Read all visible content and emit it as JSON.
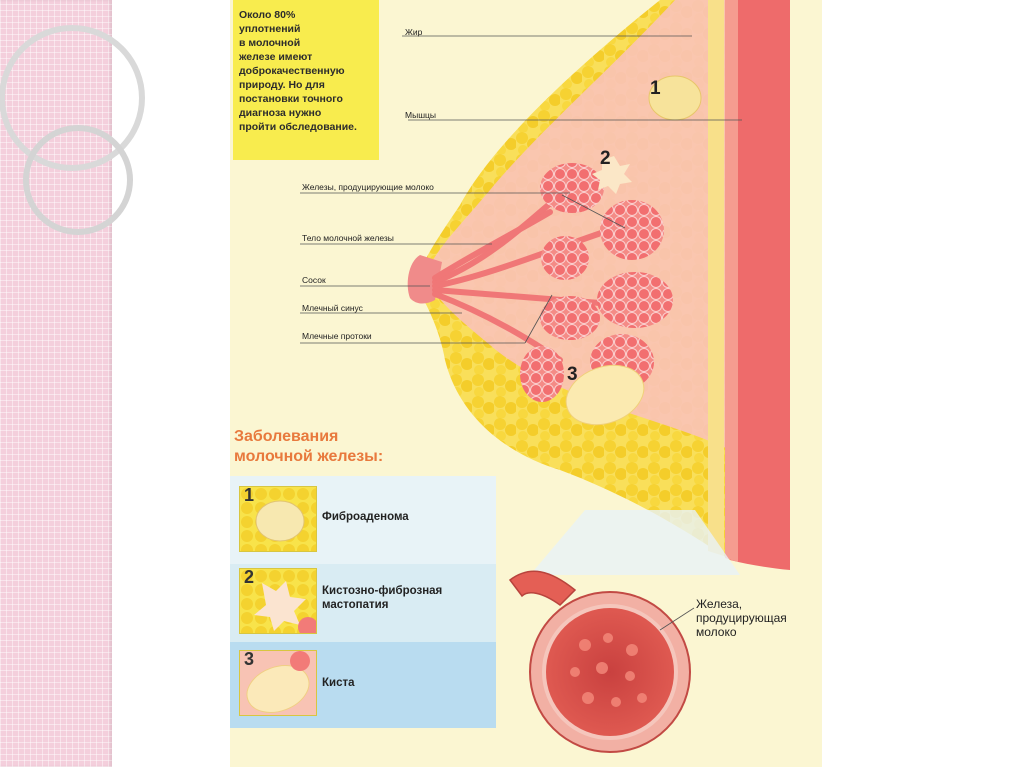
{
  "note": {
    "text": "Около 80%\nуплотнений\nв молочной\nжелезе имеют\nдоброкачественную\nприроду. Но для\nпостановки точного\nдиагноза нужно\nпройти обследование."
  },
  "labels": {
    "fat": "Жир",
    "muscles": "Мышцы",
    "glands": "Железы, продуцирующие молоко",
    "body": "Тело молочной железы",
    "nipple": "Сосок",
    "sinus": "Млечный синус",
    "ducts": "Млечные протоки"
  },
  "markers": [
    "1",
    "2",
    "3"
  ],
  "diseases": {
    "title": "Заболевания\nмолочной железы:",
    "items": [
      {
        "num": "1",
        "label": "Фиброаденома"
      },
      {
        "num": "2",
        "label": "Кистозно-фиброзная\nмастопатия"
      },
      {
        "num": "3",
        "label": "Киста"
      }
    ]
  },
  "gland_inset": {
    "label": "Железа,\nпродуцирующая\nмолоко"
  },
  "colors": {
    "background": "#fbf6d2",
    "note": "#f8ec4e",
    "fat": "#f7d836",
    "tissue": "#f8b7ad",
    "lobule": "#f2676a",
    "muscle": "#ee6b6b",
    "title": "#e8793d"
  }
}
